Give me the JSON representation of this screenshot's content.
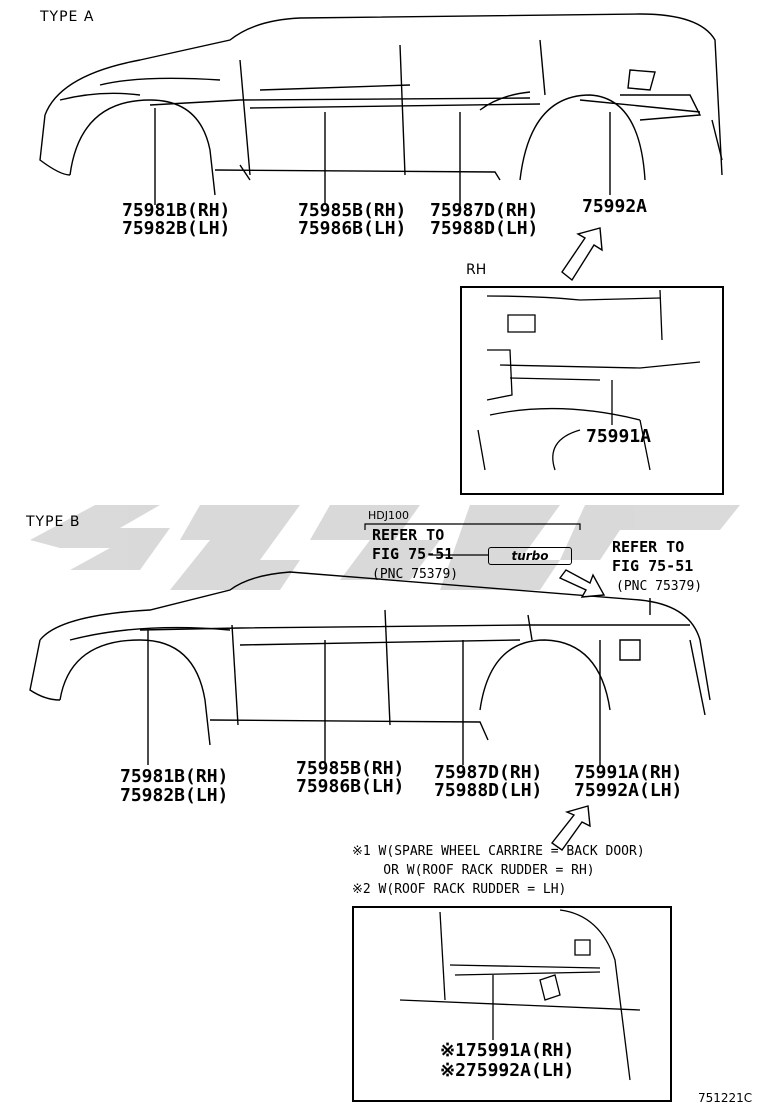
{
  "type_a": {
    "label": "TYPE A",
    "parts": [
      {
        "line1": "75981B(RH)",
        "line2": "75982B(LH)"
      },
      {
        "line1": "75985B(RH)",
        "line2": "75986B(LH)"
      },
      {
        "line1": "75987D(RH)",
        "line2": "75988D(LH)"
      },
      {
        "line1": "75992A",
        "line2": ""
      }
    ],
    "inset_label": "RH",
    "inset_part": "75991A"
  },
  "type_b": {
    "label": "TYPE B",
    "model_tag": "HDJ100",
    "ref1": {
      "line1": "REFER TO",
      "line2": "FIG 75-51",
      "line3": "(PNC 75379)"
    },
    "ref2": {
      "line1": "REFER TO",
      "line2": "FIG 75-51",
      "line3": "(PNC 75379)"
    },
    "badge_text": "turbo",
    "parts": [
      {
        "line1": "75981B(RH)",
        "line2": "75982B(LH)"
      },
      {
        "line1": "75985B(RH)",
        "line2": "75986B(LH)"
      },
      {
        "line1": "75987D(RH)",
        "line2": "75988D(LH)"
      },
      {
        "line1": "75991A(RH)",
        "line2": "75992A(LH)"
      }
    ],
    "notes": [
      "※1 W(SPARE WHEEL CARRIRE = BACK DOOR)",
      "    OR W(ROOF RACK RUDDER = RH)",
      "※2 W(ROOF RACK RUDDER = LH)"
    ],
    "inset_part1": "※175991A(RH)",
    "inset_part2": "※275992A(LH)"
  },
  "figure_number": "751221C"
}
